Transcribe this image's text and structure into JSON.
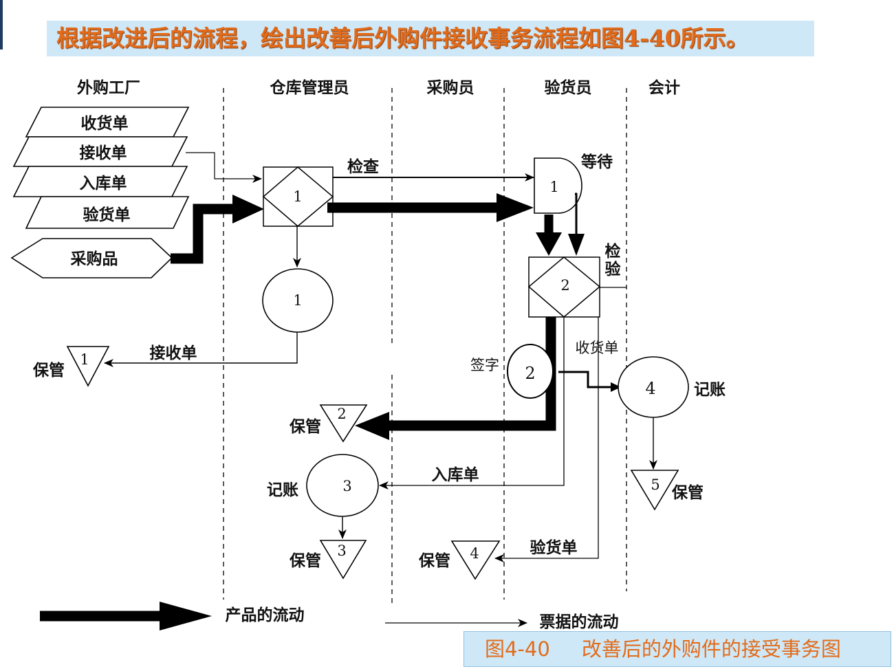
{
  "title": "根据改进后的流程，绘出改善后外购件接收事务流程如图4-40所示。",
  "caption": {
    "figure_no": "图4-40",
    "text": "改善后的外购件的接受事务图"
  },
  "lanes": [
    "外购工厂",
    "仓库管理员",
    "采购员",
    "验货员",
    "会计"
  ],
  "documents": [
    "收货单",
    "接收单",
    "入库单",
    "验货单"
  ],
  "material": "采购品",
  "inspect_nodes": [
    "1",
    "2"
  ],
  "operation_nodes": [
    "1",
    "2",
    "3",
    "4"
  ],
  "storage_nodes": [
    "1",
    "2",
    "3",
    "4",
    "5"
  ],
  "delay_node": "1",
  "edge_labels": {
    "check": "检查",
    "wait": "等待",
    "inspect": "检验",
    "receipt_form": "接收单",
    "sign": "签字",
    "delivery_note": "收货单",
    "bookkeeping_right": "记账",
    "warehouse_form": "入库单",
    "bookkeeping_left": "记账",
    "inspection_form": "验货单"
  },
  "storage_label": "保管",
  "legend": {
    "product_flow": "产品的流动",
    "document_flow": "票据的流动"
  },
  "colors": {
    "title_bg": "#cfe8f7",
    "title_text": "#e26b1a",
    "line": "#000000"
  }
}
